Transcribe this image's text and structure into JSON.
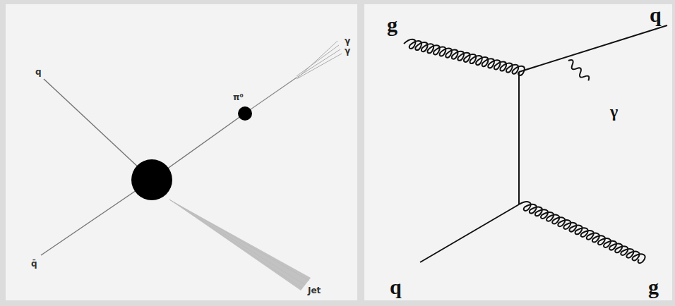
{
  "diagram": {
    "labels": [
      "q",
      "q̄",
      "π⁰",
      "γ",
      "γ",
      "Jet",
      "g",
      "q",
      "γ",
      "q",
      "g"
    ]
  }
}
